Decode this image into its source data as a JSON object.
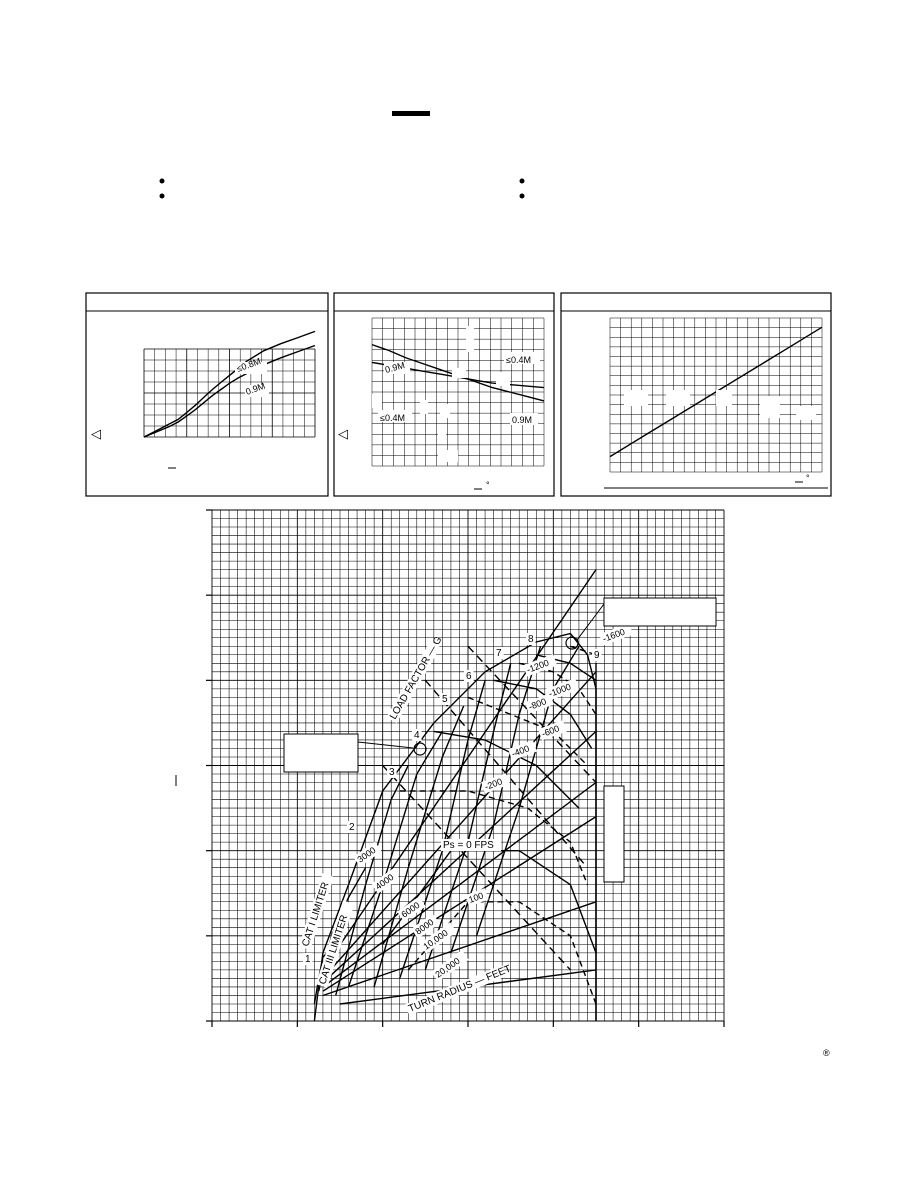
{
  "page": {
    "header_bar_color": "#000000",
    "bullet_rows": 2,
    "footer_mark": "®"
  },
  "panels": [
    {
      "id": "panel-1",
      "chart_data": {
        "type": "line",
        "series": [
          {
            "name": "≤0.8M",
            "points": [
              [
                0,
                0
              ],
              [
                0.1,
                0.05
              ],
              [
                0.2,
                0.1
              ],
              [
                0.3,
                0.15
              ],
              [
                0.4,
                0.2
              ],
              [
                0.5,
                0.28
              ],
              [
                0.6,
                0.36
              ],
              [
                0.7,
                0.45
              ],
              [
                0.8,
                0.54
              ],
              [
                0.9,
                0.62
              ],
              [
                1.0,
                0.7
              ],
              [
                1.1,
                0.78
              ],
              [
                1.2,
                0.86
              ],
              [
                1.3,
                0.92
              ],
              [
                1.4,
                0.98
              ],
              [
                1.6,
                1.06
              ],
              [
                1.8,
                1.13
              ],
              [
                2.0,
                1.2
              ]
            ]
          },
          {
            "name": "0.9M",
            "points": [
              [
                0,
                0
              ],
              [
                0.1,
                0.04
              ],
              [
                0.2,
                0.08
              ],
              [
                0.3,
                0.12
              ],
              [
                0.4,
                0.17
              ],
              [
                0.5,
                0.24
              ],
              [
                0.6,
                0.31
              ],
              [
                0.7,
                0.39
              ],
              [
                0.8,
                0.47
              ],
              [
                0.9,
                0.54
              ],
              [
                1.0,
                0.61
              ],
              [
                1.1,
                0.67
              ],
              [
                1.2,
                0.72
              ],
              [
                1.3,
                0.77
              ],
              [
                1.4,
                0.82
              ],
              [
                1.6,
                0.9
              ],
              [
                1.8,
                0.97
              ],
              [
                2.0,
                1.04
              ]
            ]
          }
        ],
        "annotations": [
          "≤0.8M",
          "0.9M"
        ],
        "ylabel_symbol": "◁",
        "xlim": [
          0,
          2
        ],
        "ylim": [
          0,
          1
        ],
        "grid": true
      }
    },
    {
      "id": "panel-2",
      "chart_data": {
        "type": "line",
        "series": [
          {
            "name": "≤0.4M",
            "points": [
              [
                0,
                0.7
              ],
              [
                1,
                0.68
              ],
              [
                2,
                0.66
              ],
              [
                3,
                0.64
              ],
              [
                4,
                0.62
              ],
              [
                5,
                0.6
              ],
              [
                6,
                0.58
              ],
              [
                7,
                0.56
              ],
              [
                8,
                0.55
              ],
              [
                9,
                0.54
              ],
              [
                10,
                0.53
              ]
            ]
          },
          {
            "name": "0.9M",
            "points": [
              [
                0,
                0.82
              ],
              [
                1,
                0.78
              ],
              [
                2,
                0.73
              ],
              [
                3,
                0.69
              ],
              [
                4,
                0.65
              ],
              [
                5,
                0.61
              ],
              [
                6,
                0.57
              ],
              [
                7,
                0.53
              ],
              [
                8,
                0.5
              ],
              [
                9,
                0.47
              ],
              [
                10,
                0.44
              ]
            ]
          }
        ],
        "annotations": [
          "0.9M",
          "≤0.4M",
          "≤0.4M",
          "0.9M"
        ],
        "ylabel_symbol": "◁",
        "xunit": "°",
        "xlim": [
          0,
          10
        ],
        "ylim": [
          0,
          1
        ],
        "grid": true
      }
    },
    {
      "id": "panel-3",
      "chart_data": {
        "type": "line",
        "series": [
          {
            "name": "",
            "points": [
              [
                0,
                0.1
              ],
              [
                1,
                0.24
              ],
              [
                2,
                0.38
              ],
              [
                3,
                0.52
              ],
              [
                4,
                0.66
              ],
              [
                5,
                0.8
              ],
              [
                6,
                0.94
              ]
            ]
          }
        ],
        "xunit": "°",
        "xlim": [
          0,
          6
        ],
        "ylim": [
          0,
          1
        ],
        "grid": true
      }
    }
  ],
  "main_chart": {
    "chart_data": {
      "type": "line",
      "xlim": [
        0,
        6
      ],
      "ylim": [
        0,
        6
      ],
      "grid": true,
      "load_factor_label": "LOAD FACTOR — G",
      "load_factor_values": [
        "1",
        "2",
        "3",
        "4",
        "5",
        "6",
        "7",
        "8",
        "9"
      ],
      "load_factor_series": [
        {
          "name": "1",
          "points": [
            [
              1.2,
              0.2
            ],
            [
              1.25,
              0.5
            ],
            [
              1.3,
              0.75
            ],
            [
              1.4,
              0.85
            ]
          ]
        },
        {
          "name": "2",
          "points": [
            [
              1.25,
              0.35
            ],
            [
              1.4,
              1.0
            ],
            [
              1.6,
              1.45
            ],
            [
              1.8,
              1.8
            ]
          ]
        },
        {
          "name": "3",
          "points": [
            [
              1.45,
              0.3
            ],
            [
              1.8,
              1.6
            ],
            [
              2.1,
              2.6
            ],
            [
              2.3,
              3.0
            ]
          ]
        },
        {
          "name": "4",
          "points": [
            [
              1.6,
              0.4
            ],
            [
              2.0,
              1.6
            ],
            [
              2.4,
              2.9
            ],
            [
              2.7,
              3.4
            ]
          ]
        },
        {
          "name": "5",
          "points": [
            [
              1.9,
              0.4
            ],
            [
              2.3,
              1.8
            ],
            [
              2.7,
              3.1
            ],
            [
              2.95,
              3.7
            ]
          ]
        },
        {
          "name": "6",
          "points": [
            [
              2.2,
              0.5
            ],
            [
              2.7,
              2.0
            ],
            [
              3.0,
              3.3
            ],
            [
              3.2,
              4.0
            ]
          ]
        },
        {
          "name": "7",
          "points": [
            [
              2.5,
              0.6
            ],
            [
              3.0,
              2.1
            ],
            [
              3.3,
              3.4
            ],
            [
              3.5,
              4.2
            ]
          ]
        },
        {
          "name": "8",
          "points": [
            [
              2.8,
              0.8
            ],
            [
              3.3,
              2.3
            ],
            [
              3.6,
              3.6
            ],
            [
              3.85,
              4.4
            ]
          ]
        },
        {
          "name": "9",
          "points": [
            [
              3.1,
              1.0
            ],
            [
              3.6,
              2.5
            ],
            [
              4.0,
              3.9
            ],
            [
              4.3,
              4.4
            ]
          ]
        }
      ],
      "ps_label": "Ps = 0 FPS",
      "ps_values": [
        "100",
        "-200",
        "-400",
        "-600",
        "-800",
        "-1000",
        "-1200",
        "-1600"
      ],
      "ps_series": [
        {
          "name": "100",
          "points": [
            [
              2.3,
              0.6
            ],
            [
              3.0,
              1.4
            ],
            [
              3.6,
              1.4
            ],
            [
              4.2,
              1.0
            ],
            [
              4.5,
              0.2
            ]
          ]
        },
        {
          "name": "0",
          "points": [
            [
              2.0,
              0.9
            ],
            [
              2.8,
              2.0
            ],
            [
              3.6,
              2.0
            ],
            [
              4.2,
              1.6
            ],
            [
              4.5,
              0.8
            ]
          ]
        },
        {
          "name": "-200",
          "points": [
            [
              2.2,
              2.7
            ],
            [
              3.0,
              2.7
            ],
            [
              3.7,
              2.5
            ],
            [
              4.2,
              2.1
            ],
            [
              4.4,
              1.6
            ]
          ]
        },
        {
          "name": "-400",
          "points": [
            [
              2.6,
              3.4
            ],
            [
              3.2,
              3.3
            ],
            [
              3.8,
              3.0
            ],
            [
              4.3,
              2.5
            ]
          ]
        },
        {
          "name": "-600",
          "points": [
            [
              3.0,
              3.8
            ],
            [
              3.5,
              3.6
            ],
            [
              4.0,
              3.4
            ],
            [
              4.4,
              3.0
            ]
          ]
        },
        {
          "name": "-800",
          "points": [
            [
              3.3,
              4.0
            ],
            [
              3.8,
              3.9
            ],
            [
              4.2,
              3.6
            ],
            [
              4.45,
              3.2
            ]
          ]
        },
        {
          "name": "-1000",
          "points": [
            [
              3.6,
              4.2
            ],
            [
              4.0,
              4.1
            ],
            [
              4.3,
              3.9
            ],
            [
              4.5,
              3.6
            ]
          ]
        },
        {
          "name": "-1200",
          "points": [
            [
              3.8,
              4.3
            ],
            [
              4.2,
              4.2
            ],
            [
              4.5,
              4.0
            ]
          ]
        },
        {
          "name": "-1600",
          "points": [
            [
              4.2,
              4.4
            ],
            [
              4.5,
              4.3
            ]
          ]
        }
      ],
      "turn_radius_label": "TURN RADIUS — FEET",
      "turn_radius_values": [
        "3000",
        "4000",
        "6000",
        "8000",
        "10,000",
        "20,000"
      ],
      "limiter_labels": [
        "CAT I LIMITER",
        "CAT III LIMITER"
      ],
      "boxes": 3
    }
  }
}
